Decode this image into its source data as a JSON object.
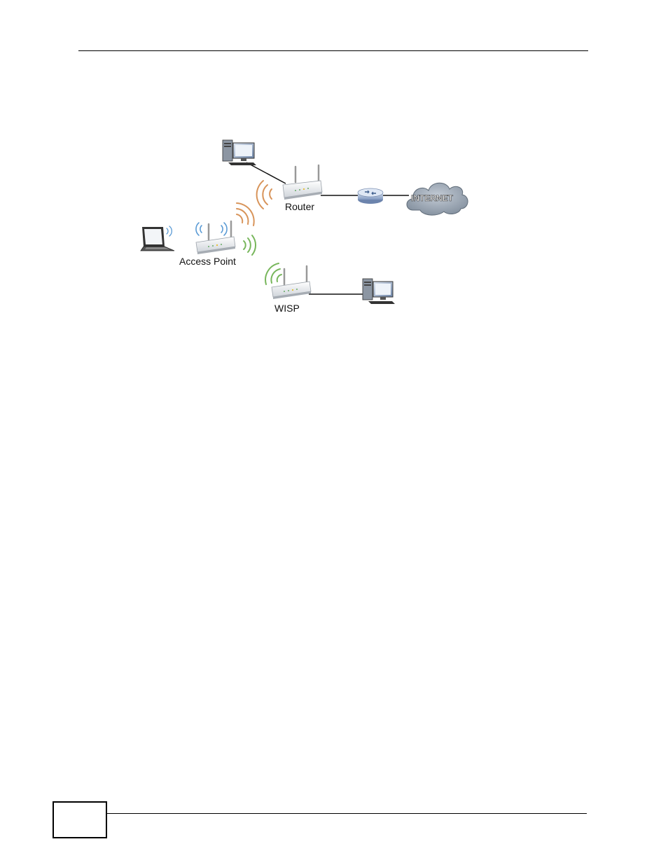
{
  "diagram": {
    "labels": {
      "router": "Router",
      "access_point": "Access Point",
      "wisp": "WISP",
      "internet": "INTERNET"
    },
    "icons": {
      "desktop_top": "desktop-computer-icon",
      "router_device": "wireless-router-icon",
      "isp_router": "network-router-icon",
      "internet_cloud": "cloud-icon",
      "laptop": "laptop-icon",
      "access_point_device": "wireless-access-point-icon",
      "wisp_device": "wireless-router-icon",
      "desktop_bottom": "desktop-computer-icon"
    },
    "colors": {
      "router_wave": "#d8945a",
      "ap_wave_blue": "#5b9bd5",
      "ap_wave_orange": "#d8945a",
      "ap_wave_green": "#77b65b",
      "wisp_wave": "#77b65b",
      "cloud_fill": "#9aa6b4"
    }
  },
  "page": {
    "page_number": ""
  }
}
